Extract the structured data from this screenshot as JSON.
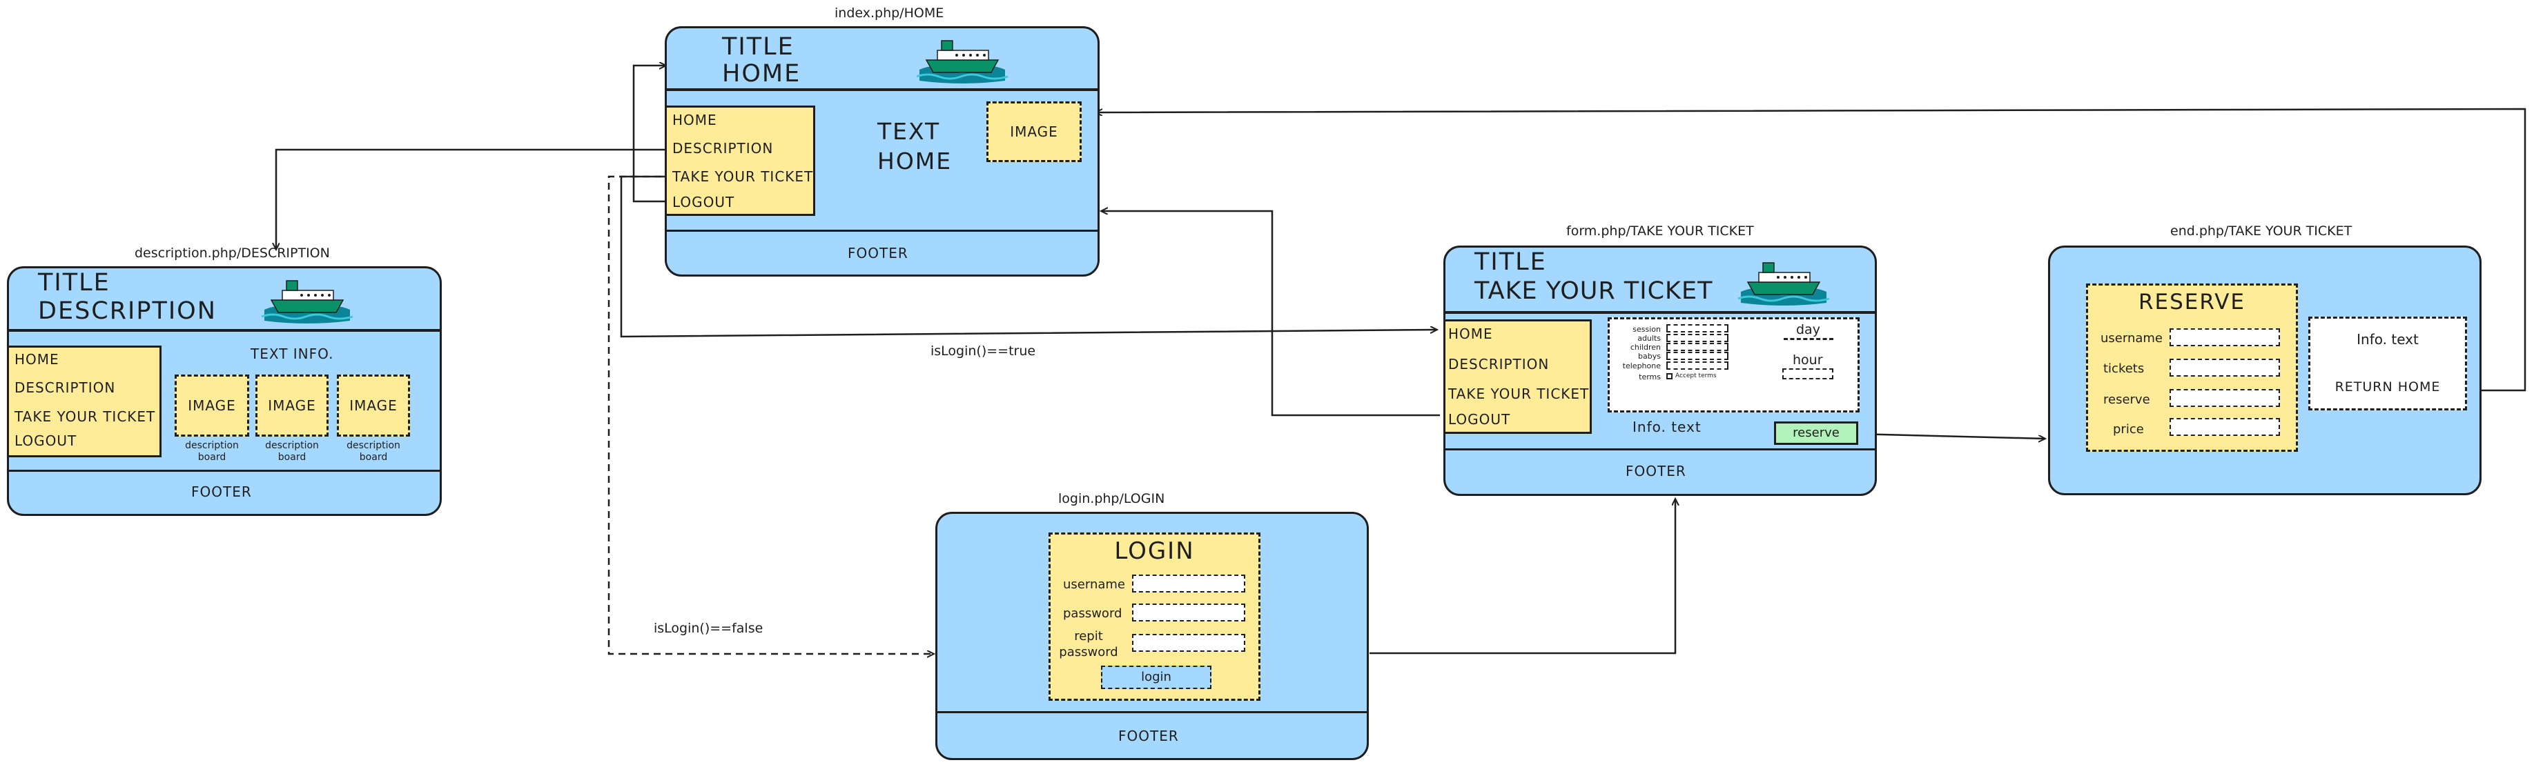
{
  "pages": {
    "home": {
      "caption": "index.php/HOME",
      "title_line1": "TITLE",
      "title_line2": "HOME",
      "menu": [
        "HOME",
        "DESCRIPTION",
        "TAKE YOUR TICKET",
        "LOGOUT"
      ],
      "text_line1": "TEXT",
      "text_line2": "HOME",
      "image": "IMAGE",
      "footer": "FOOTER"
    },
    "description": {
      "caption": "description.php/DESCRIPTION",
      "title_line1": "TITLE",
      "title_line2": "DESCRIPTION",
      "menu": [
        "HOME",
        "DESCRIPTION",
        "TAKE YOUR TICKET",
        "LOGOUT"
      ],
      "text_info": "TEXT INFO.",
      "images": [
        "IMAGE",
        "IMAGE",
        "IMAGE"
      ],
      "image_caption_line1": "description",
      "image_caption_line2": "board",
      "footer": "FOOTER"
    },
    "form": {
      "caption": "form.php/TAKE YOUR TICKET",
      "title_line1": "TITLE",
      "title_line2": "TAKE YOUR TICKET",
      "menu": [
        "HOME",
        "DESCRIPTION",
        "TAKE YOUR TICKET",
        "LOGOUT"
      ],
      "fields": [
        "session",
        "adults",
        "children",
        "babys",
        "telephone",
        "terms"
      ],
      "accept_terms": "Accept terms",
      "day": "day",
      "hour": "hour",
      "info_text": "Info. text",
      "reserve_button": "reserve",
      "footer": "FOOTER"
    },
    "end": {
      "caption": "end.php/TAKE YOUR TICKET",
      "reserve_title": "RESERVE",
      "fields": [
        "username",
        "tickets",
        "reserve",
        "price"
      ],
      "info_text": "Info. text",
      "return_home": "RETURN HOME"
    },
    "login": {
      "caption": "login.php/LOGIN",
      "heading": "LOGIN",
      "username": "username",
      "password": "password",
      "repeat_line1": "repit",
      "repeat_line2": "password",
      "button": "login",
      "footer": "FOOTER"
    }
  },
  "conditions": {
    "true_label": "isLogin()==true",
    "false_label": "isLogin()==false"
  },
  "colors": {
    "window_fill": "#a5d8ff",
    "panel_fill": "#ffec99",
    "button_fill": "#b2f2bb",
    "stroke": "#1e1e1e"
  }
}
